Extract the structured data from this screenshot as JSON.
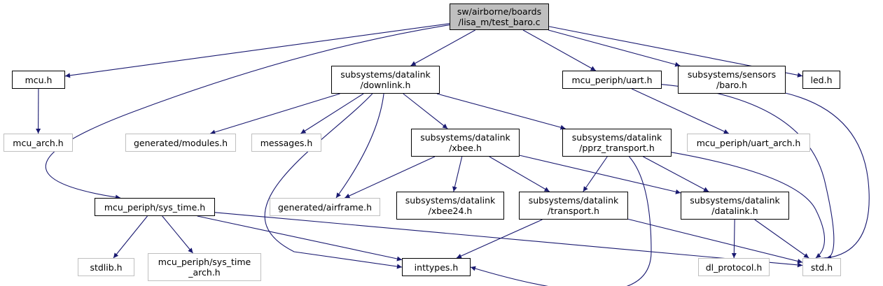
{
  "colors": {
    "edge": "#191970",
    "root_fill": "#bfbfbf",
    "internal_border": "#000000",
    "external_border": "#bfbfbf",
    "text": "#000000"
  },
  "nodes": [
    {
      "id": "root",
      "kind": "root",
      "label": "sw/airborne/boards\n/lisa_m/test_baro.c"
    },
    {
      "id": "mcu",
      "kind": "internal",
      "label": "mcu.h"
    },
    {
      "id": "downlink",
      "kind": "internal",
      "label": "subsystems/datalink\n/downlink.h"
    },
    {
      "id": "uart",
      "kind": "internal",
      "label": "mcu_periph/uart.h"
    },
    {
      "id": "baro",
      "kind": "internal",
      "label": "subsystems/sensors\n/baro.h"
    },
    {
      "id": "led",
      "kind": "internal",
      "label": "led.h"
    },
    {
      "id": "mcu_arch",
      "kind": "external",
      "label": "mcu_arch.h"
    },
    {
      "id": "gen_modules",
      "kind": "external",
      "label": "generated/modules.h"
    },
    {
      "id": "messages",
      "kind": "external",
      "label": "messages.h"
    },
    {
      "id": "xbee",
      "kind": "internal",
      "label": "subsystems/datalink\n/xbee.h"
    },
    {
      "id": "pprz",
      "kind": "internal",
      "label": "subsystems/datalink\n/pprz_transport.h"
    },
    {
      "id": "uart_arch",
      "kind": "external",
      "label": "mcu_periph/uart_arch.h"
    },
    {
      "id": "sys_time",
      "kind": "internal",
      "label": "mcu_periph/sys_time.h"
    },
    {
      "id": "gen_airframe",
      "kind": "external",
      "label": "generated/airframe.h"
    },
    {
      "id": "xbee24",
      "kind": "internal",
      "label": "subsystems/datalink\n/xbee24.h"
    },
    {
      "id": "transport",
      "kind": "internal",
      "label": "subsystems/datalink\n/transport.h"
    },
    {
      "id": "datalink",
      "kind": "internal",
      "label": "subsystems/datalink\n/datalink.h"
    },
    {
      "id": "stdlib",
      "kind": "external",
      "label": "stdlib.h"
    },
    {
      "id": "sys_time_arch",
      "kind": "external",
      "label": "mcu_periph/sys_time\n_arch.h"
    },
    {
      "id": "inttypes",
      "kind": "internal",
      "label": "inttypes.h"
    },
    {
      "id": "dl_protocol",
      "kind": "external",
      "label": "dl_protocol.h"
    },
    {
      "id": "std",
      "kind": "external",
      "label": "std.h"
    }
  ],
  "edges": [
    {
      "from": "root",
      "to": "mcu"
    },
    {
      "from": "root",
      "to": "downlink"
    },
    {
      "from": "root",
      "to": "uart"
    },
    {
      "from": "root",
      "to": "baro"
    },
    {
      "from": "root",
      "to": "led"
    },
    {
      "from": "root",
      "to": "sys_time"
    },
    {
      "from": "mcu",
      "to": "mcu_arch"
    },
    {
      "from": "downlink",
      "to": "gen_modules"
    },
    {
      "from": "downlink",
      "to": "messages"
    },
    {
      "from": "downlink",
      "to": "xbee"
    },
    {
      "from": "downlink",
      "to": "pprz"
    },
    {
      "from": "downlink",
      "to": "gen_airframe"
    },
    {
      "from": "downlink",
      "to": "inttypes"
    },
    {
      "from": "uart",
      "to": "uart_arch"
    },
    {
      "from": "uart",
      "to": "std"
    },
    {
      "from": "baro",
      "to": "std"
    },
    {
      "from": "xbee",
      "to": "gen_airframe"
    },
    {
      "from": "xbee",
      "to": "xbee24"
    },
    {
      "from": "xbee",
      "to": "transport"
    },
    {
      "from": "xbee",
      "to": "datalink"
    },
    {
      "from": "pprz",
      "to": "transport"
    },
    {
      "from": "pprz",
      "to": "datalink"
    },
    {
      "from": "pprz",
      "to": "inttypes"
    },
    {
      "from": "pprz",
      "to": "std"
    },
    {
      "from": "sys_time",
      "to": "stdlib"
    },
    {
      "from": "sys_time",
      "to": "sys_time_arch"
    },
    {
      "from": "sys_time",
      "to": "inttypes"
    },
    {
      "from": "sys_time",
      "to": "std"
    },
    {
      "from": "transport",
      "to": "inttypes"
    },
    {
      "from": "transport",
      "to": "std"
    },
    {
      "from": "datalink",
      "to": "dl_protocol"
    },
    {
      "from": "datalink",
      "to": "std"
    }
  ]
}
